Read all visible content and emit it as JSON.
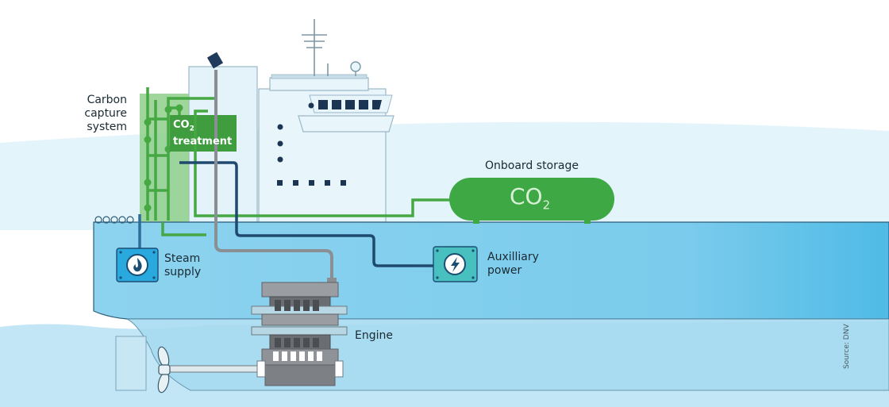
{
  "labels": {
    "carbon_capture": [
      "Carbon",
      "capture",
      "system"
    ],
    "co2_prefix": "CO",
    "co2_subscript": "2",
    "treatment": "treatment",
    "onboard_storage": "Onboard storage",
    "tank_prefix": "CO",
    "tank_subscript": "2",
    "steam": [
      "Steam",
      "supply"
    ],
    "auxiliary": [
      "Auxilliary",
      "power"
    ],
    "engine": "Engine",
    "source": "Source: DNV"
  },
  "icons": {
    "steam": "flame-icon",
    "auxiliary": "lightning-icon"
  },
  "colors": {
    "sky": "#e3f3fb",
    "sea": "#bfe4f4",
    "hull": "#7fcdec",
    "pipe_green": "#45a843",
    "pipe_navy": "#1f4a6d",
    "pipe_grey": "#8a8f94",
    "tank": "#3ea845",
    "icon_box": "#2aa9df",
    "aux_box": "#48c0c0"
  }
}
